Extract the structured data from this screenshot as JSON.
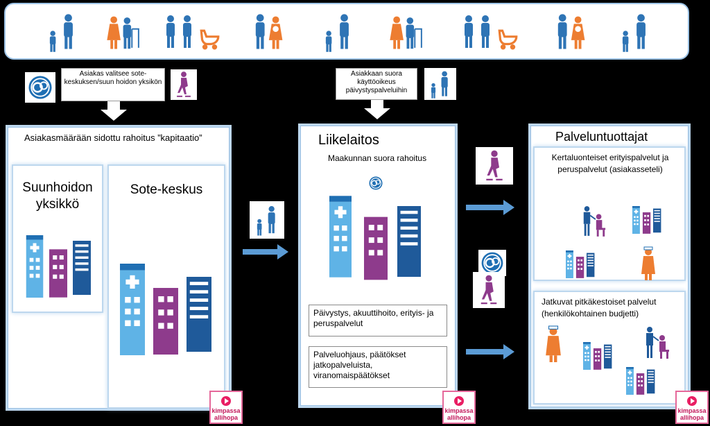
{
  "colors": {
    "accent_blue": "#2e74b5",
    "light_blue": "#5fb3e6",
    "purple": "#8e3b8c",
    "dark_blue": "#1f5a9a",
    "orange": "#ed7d31",
    "arrow_blue": "#5b9bd5"
  },
  "callouts": {
    "left": "Asiakas valitsee sote-keskuksen/suun hoidon yksikön",
    "middle": "Asiakkaan suora käyttöoikeus päivystyspalveluihin"
  },
  "left_panel": {
    "title": "Asiakasmäärään sidottu rahoitus ”kapitaatio”",
    "dental_title": "Suunhoidon yksikkö",
    "sote_title": "Sote-keskus"
  },
  "middle_panel": {
    "title": "Liikelaitos",
    "subtitle": "Maakunnan suora rahoitus",
    "box1": "Päivystys, akuuttihoito, erityis- ja peruspalvelut",
    "box2": "Palveluohjaus, päätökset jatkopalveluista, viranomaispäätökset"
  },
  "right_panel": {
    "title": "Palveluntuottajat",
    "sub1": "Kertaluonteiset erityispalvelut ja peruspalvelut (asiakasseteli)",
    "sub2": "Jatkuvat pitkäkestoiset palvelut (henkilökohtainen budjetti)"
  },
  "logo": {
    "line1": "kimpassa",
    "line2": "allihopa"
  },
  "icons": {
    "top_band": [
      "parent-child-icon",
      "elderly-caregiver-icon",
      "family-stroller-icon",
      "parent-baby-icon",
      "parent-child-icon",
      "elderly-caregiver-icon",
      "family-stroller-icon",
      "parent-baby-icon",
      "parent-child-icon"
    ],
    "payment": "euro-coins-icon",
    "walker": "rollerblader-icon"
  }
}
